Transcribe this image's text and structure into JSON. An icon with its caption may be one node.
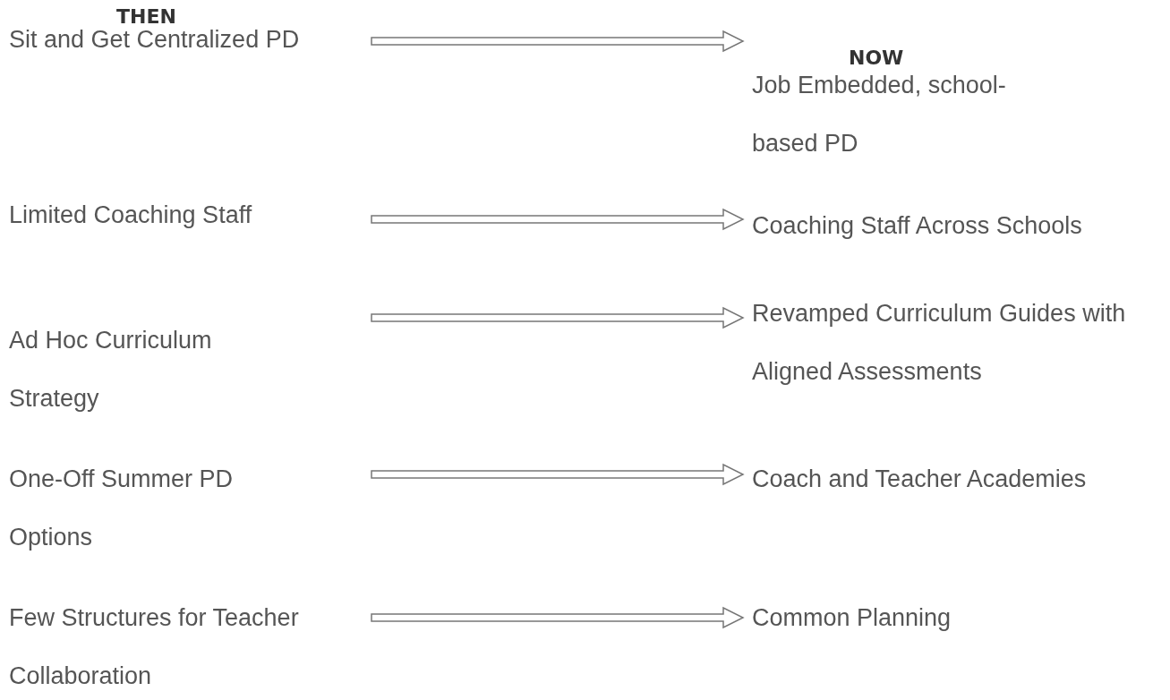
{
  "diagram": {
    "nodes": [
      {
        "text": [
          "Sit and Get Centralized PD"
        ]
      },
      {
        "text": [
          "Job Embedded, school-based PD"
        ]
      },
      {
        "text": [
          "Limited Coaching Staff"
        ]
      },
      {
        "text": [
          "Coaching Staff Across Schools"
        ]
      },
      {
        "text": [
          "Ad Hoc Curriculum Strategy"
        ]
      },
      {
        "text": [
          "Revamped Curriculum Guides with Aligned Assessments"
        ]
      },
      {
        "text": [
          "One-Off Summer PD Options"
        ]
      },
      {
        "text": [
          "Coach and Teacher Academies"
        ]
      },
      {
        "text": [
          "Few Structures for Teacher Collaboration"
        ]
      },
      {
        "text": [
          "Common Planning"
        ]
      }
    ],
    "edges": [
      {
        "from": 0,
        "to": 1,
        "arrow": "to"
      },
      {
        "from": 2,
        "to": 3,
        "arrow": "to"
      },
      {
        "from": 4,
        "to": 5,
        "arrow": "to"
      },
      {
        "from": 6,
        "to": 7,
        "arrow": "to"
      },
      {
        "from": 8,
        "to": 9,
        "arrow": "to"
      }
    ],
    "labels": [
      "THEN",
      "NOW"
    ]
  }
}
